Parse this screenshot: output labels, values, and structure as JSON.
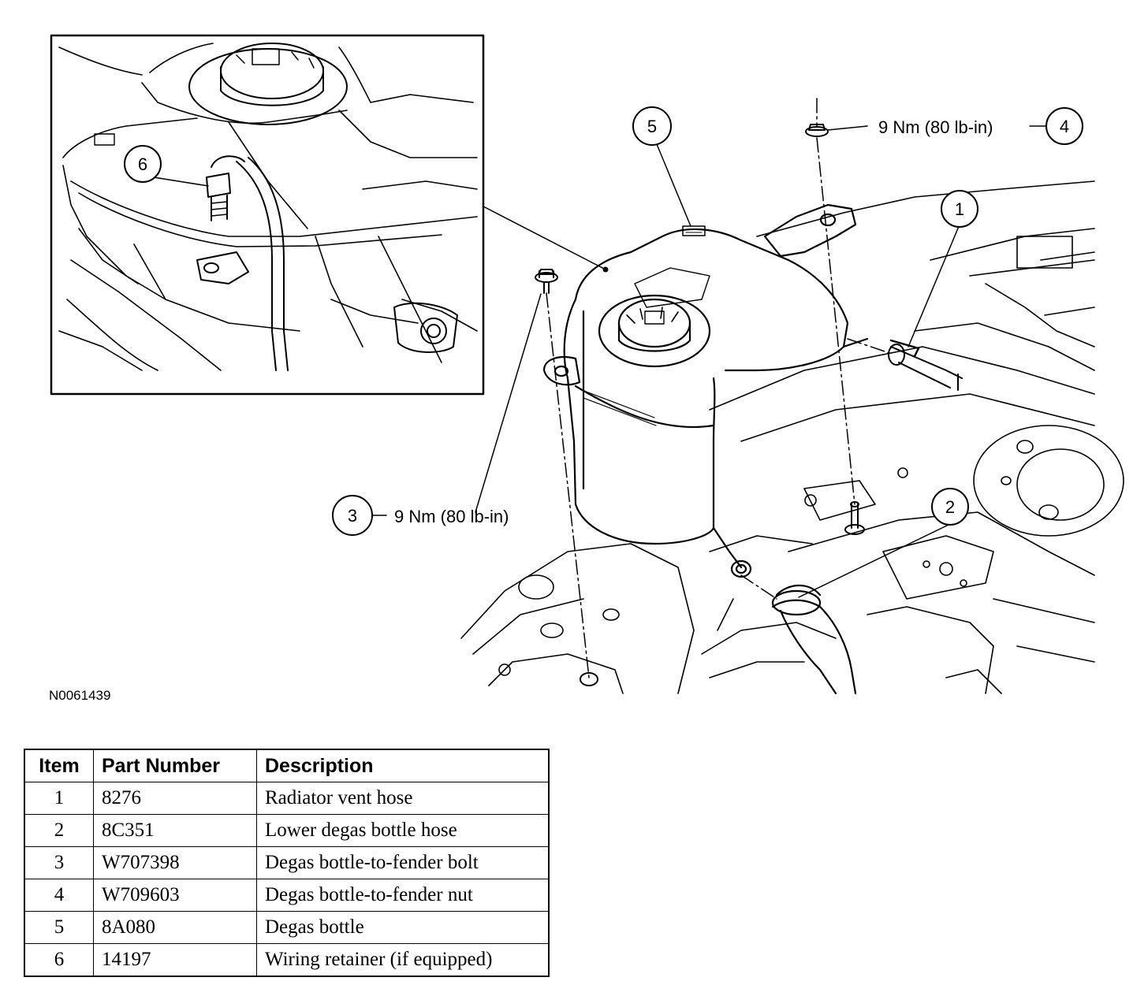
{
  "figure_id": "N0061439",
  "callouts": [
    {
      "number": "1"
    },
    {
      "number": "2"
    },
    {
      "number": "3",
      "torque": "9 Nm (80 lb-in)"
    },
    {
      "number": "4",
      "torque": "9 Nm (80 lb-in)"
    },
    {
      "number": "5"
    },
    {
      "number": "6"
    }
  ],
  "table": {
    "headers": [
      "Item",
      "Part Number",
      "Description"
    ],
    "rows": [
      [
        "1",
        "8276",
        "Radiator vent hose"
      ],
      [
        "2",
        "8C351",
        "Lower degas bottle hose"
      ],
      [
        "3",
        "W707398",
        "Degas bottle-to-fender bolt"
      ],
      [
        "4",
        "W709603",
        "Degas bottle-to-fender nut"
      ],
      [
        "5",
        "8A080",
        "Degas bottle"
      ],
      [
        "6",
        "14197",
        "Wiring retainer (if equipped)"
      ]
    ]
  }
}
